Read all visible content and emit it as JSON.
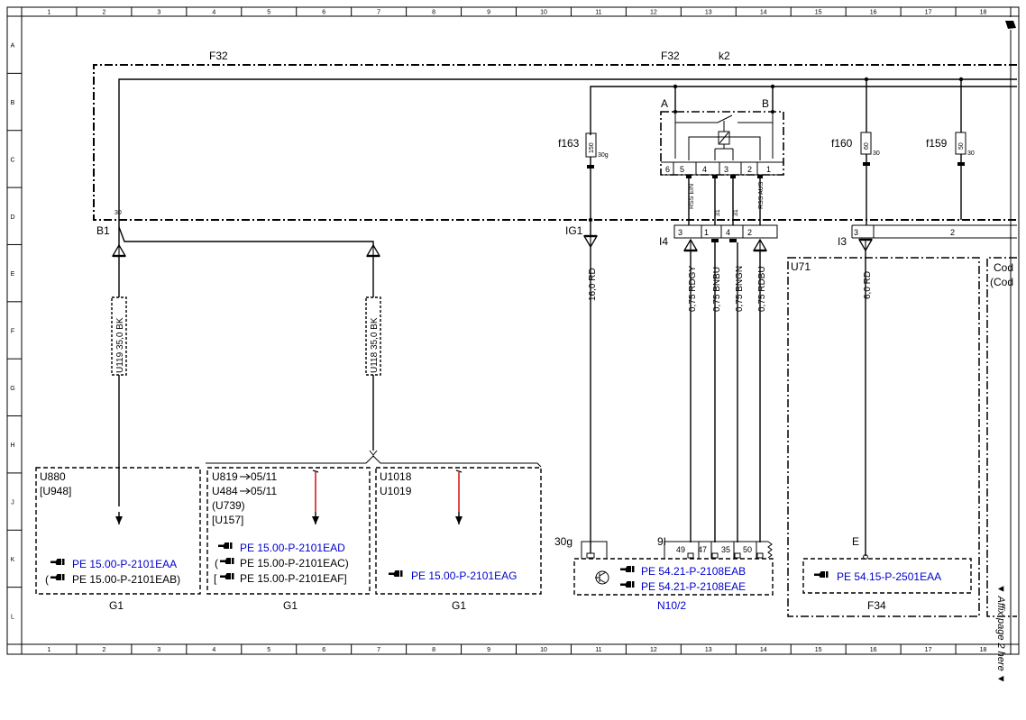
{
  "grid": {
    "columns": [
      "1",
      "2",
      "3",
      "4",
      "5",
      "6",
      "7",
      "8",
      "9",
      "10",
      "11",
      "12",
      "13",
      "14",
      "15",
      "16",
      "17",
      "18"
    ],
    "rows": [
      "A",
      "B",
      "C",
      "D",
      "E",
      "F",
      "G",
      "H",
      "J",
      "K",
      "L"
    ]
  },
  "sheet_labels": {
    "f32_left": "F32",
    "f32_right": "F32",
    "k2": "k2"
  },
  "left_section": {
    "b1": "B1",
    "b1_pin": "30",
    "wire_u119": "U119   35,0 BK",
    "wire_u118": "U118   35,0 BK",
    "box1": {
      "line1": "U880",
      "line2": "[U948]",
      "ref1": "PE 15.00-P-2101EAA",
      "ref2_open": "(",
      "ref2": "PE 15.00-P-2101EAB)",
      "footer": "G1"
    },
    "box2": {
      "line1": "U819",
      "line1_ref": "05/11",
      "line2": "U484",
      "line2_ref": "05/11",
      "line3": "(U739)",
      "line4": "[U157]",
      "ref1": "PE 15.00-P-2101EAD",
      "ref2_open": "(",
      "ref2": "PE 15.00-P-2101EAC)",
      "ref3_open": "[",
      "ref3": "PE 15.00-P-2101EAF]",
      "footer": "G1"
    },
    "box3": {
      "line1": "U1018",
      "line2": "U1019",
      "ref1": "PE 15.00-P-2101EAG",
      "footer": "G1"
    }
  },
  "relay": {
    "label_a": "A",
    "label_b": "B",
    "pins": [
      "6",
      "5",
      "4",
      "3",
      "2",
      "1"
    ],
    "rss_ein": "RSS EIN",
    "rss_aus": "RSS AUS",
    "pin31a": "31",
    "pin31b": "31"
  },
  "fuses": {
    "f163": {
      "name": "f163",
      "rating": "150",
      "term": "30g"
    },
    "f160": {
      "name": "f160",
      "rating": "60",
      "term": "30"
    },
    "f159": {
      "name": "f159",
      "rating": "50",
      "term": "30"
    }
  },
  "connectors": {
    "ig1": "IG1",
    "i4": "I4",
    "i4_pins": [
      "3",
      "1",
      "4",
      "2"
    ],
    "i3": "I3",
    "i3_pins": [
      "3",
      "2"
    ]
  },
  "wires_right": {
    "w1": "16,0 RD",
    "w2": "0,75 RDGY",
    "w3": "0,75 BNBU",
    "w4": "0,75 BNGN",
    "w5": "0,75 RDBU",
    "w6": "6,0 RD"
  },
  "n10": {
    "label_30g": "30g",
    "label_9i": "9I",
    "pins": [
      "49",
      "47",
      "35",
      "50"
    ],
    "ref1": "PE 54.21-P-2108EAB",
    "ref2": "PE 54.21-P-2108EAE",
    "footer": "N10/2"
  },
  "u71": {
    "label": "U71",
    "label_e": "E",
    "ref": "PE 54.15-P-2501EAA",
    "footer": "F34"
  },
  "cut_box": {
    "line1": "Cod",
    "line2": "(Cod"
  },
  "side_note": "▼  Affix page 2 here  ▼"
}
